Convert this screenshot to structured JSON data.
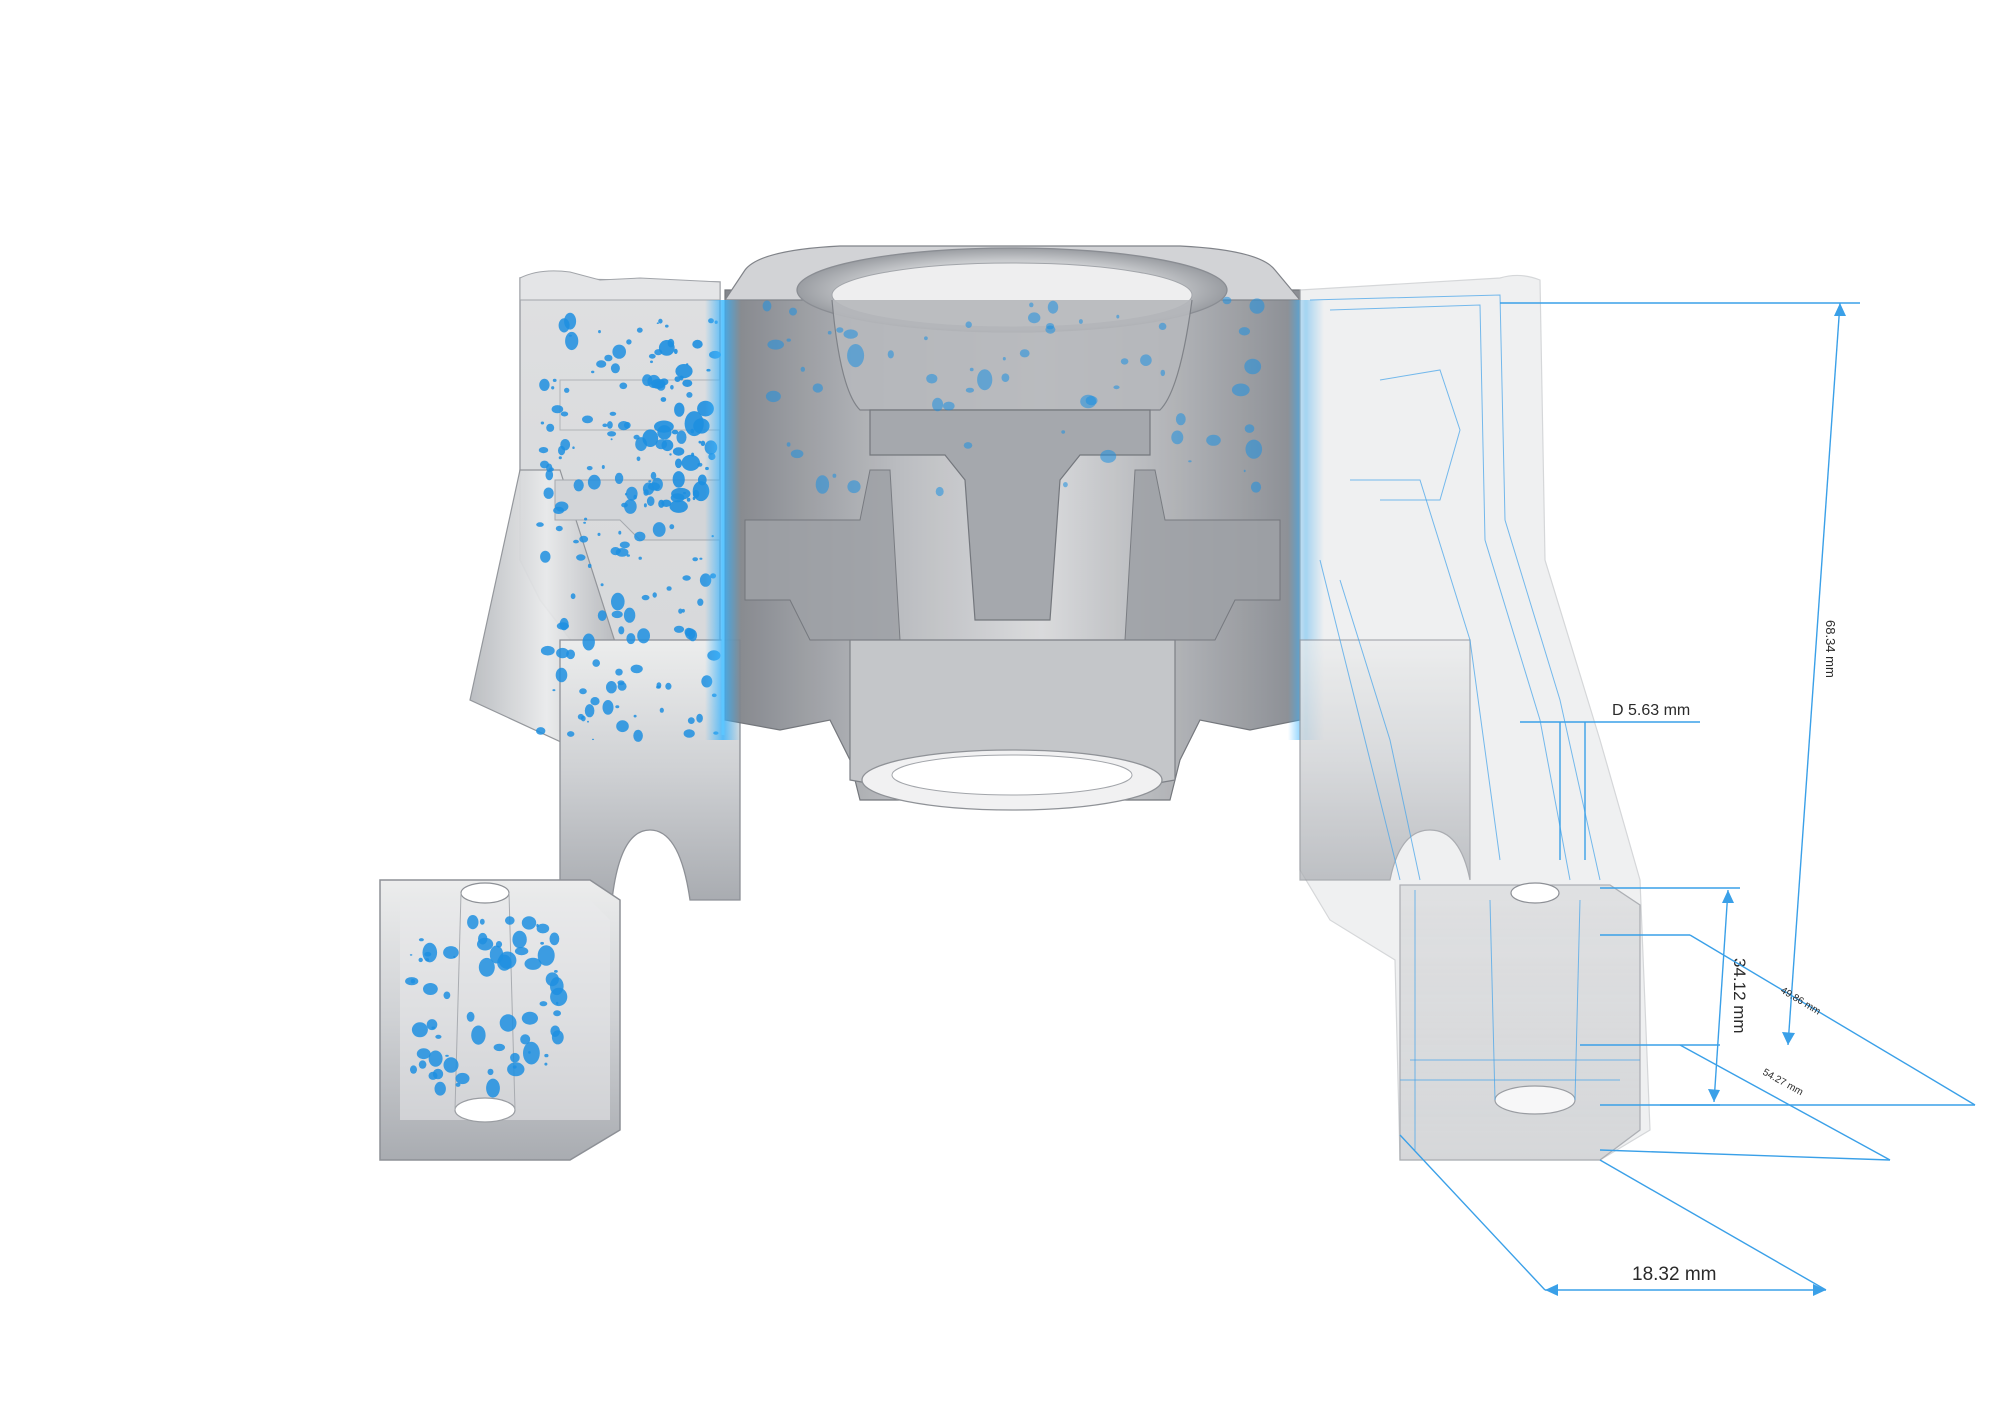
{
  "scene": {
    "subject": "ct-scan-cast-part",
    "colors": {
      "background": "#ffffff",
      "metal_light": "#e6e7e9",
      "metal_mid": "#c3c5c9",
      "metal_dark": "#8d9096",
      "porosity": "#1e8fe0",
      "glow": "#38b4ff",
      "dimension_line": "#3aa0e8",
      "dimension_text": "#2a2a2a"
    }
  },
  "dimensions": {
    "height_overall": "68.34 mm",
    "diameter": "D 5.63 mm",
    "height_foot": "34.12 mm",
    "depth_a": "49.86 mm",
    "depth_b": "54.27 mm",
    "width_foot": "18.32 mm"
  }
}
